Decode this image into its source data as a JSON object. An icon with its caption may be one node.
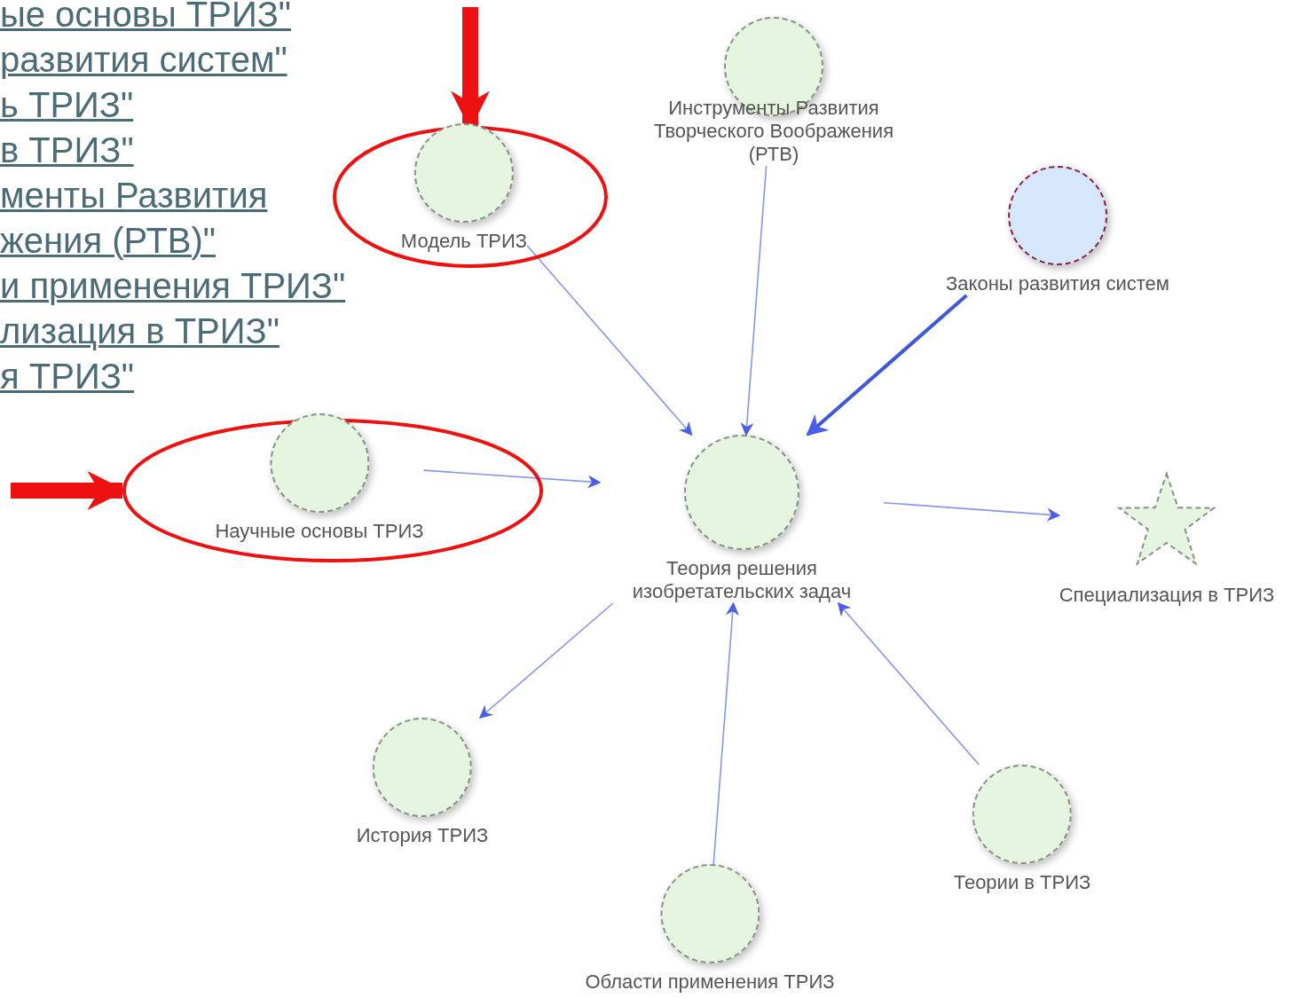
{
  "diagram": {
    "nodes": [
      {
        "text": [],
        "shape": "ellipse"
      },
      {
        "text": [
          "Модель ТРИЗ"
        ],
        "in": 0
      },
      {
        "text": [
          "Инструменты Развития Творческого Воображения (РТВ)"
        ]
      },
      {
        "text": [
          "Законы развития систем"
        ]
      },
      {
        "text": [],
        "shape": "ellipse"
      },
      {
        "text": [
          "Научные основы ТРИЗ"
        ],
        "in": 4
      },
      {
        "text": [
          "Теория решения изобретательских задач"
        ]
      },
      {
        "text": [
          "Специализация в ТРИЗ"
        ]
      },
      {
        "text": [
          "История ТРИЗ"
        ]
      },
      {
        "text": [
          "Области применения ТРИЗ"
        ]
      },
      {
        "text": [
          "Теории в ТРИЗ"
        ]
      }
    ],
    "edges": [
      {
        "from": null,
        "to": 0,
        "arrow": "to",
        "style": "thick",
        "color": "#ee1111"
      },
      {
        "from": null,
        "to": 4,
        "arrow": "to",
        "style": "thick",
        "color": "#ee1111"
      },
      {
        "from": 1,
        "to": 6,
        "arrow": "to"
      },
      {
        "from": 2,
        "to": 6,
        "arrow": "to"
      },
      {
        "from": 3,
        "to": 6,
        "arrow": "to",
        "style": "thick"
      },
      {
        "from": 5,
        "to": 6,
        "arrow": "to"
      },
      {
        "from": 6,
        "to": 7,
        "arrow": "to"
      },
      {
        "from": 6,
        "to": 8,
        "arrow": "to"
      },
      {
        "from": 9,
        "to": 6,
        "arrow": "to"
      },
      {
        "from": 10,
        "to": 6,
        "arrow": "to"
      }
    ],
    "labels": [
      "ые основы ТРИЗ\"",
      "развития систем\"",
      "ь ТРИЗ\"",
      "в ТРИЗ\"",
      "менты Развития жения (РТВ)\"",
      "и применения ТРИЗ\"",
      "лизация в ТРИЗ\"",
      "я ТРИЗ\""
    ]
  }
}
